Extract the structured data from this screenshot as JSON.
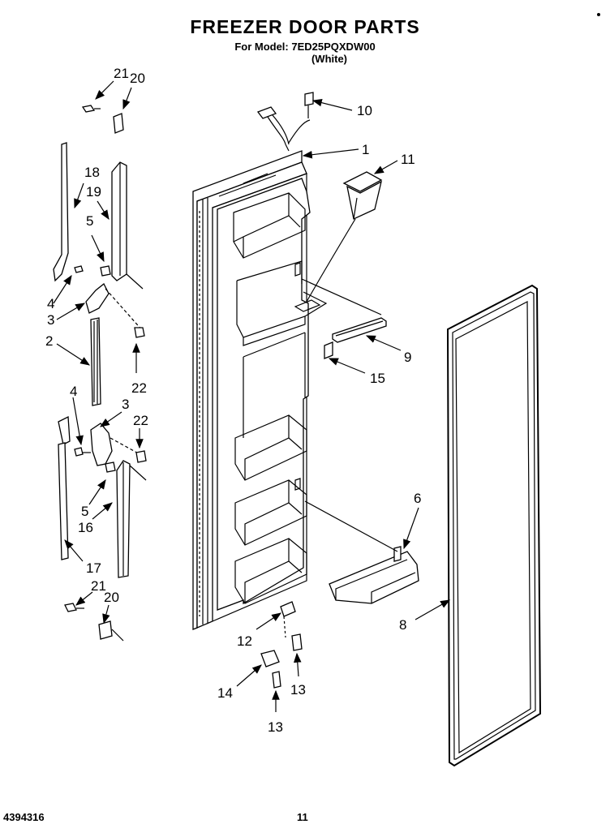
{
  "header": {
    "title": "FREEZER DOOR PARTS",
    "model_line": "For Model: 7ED25PQXDW00",
    "color_line": "(White)"
  },
  "footer": {
    "doc_number": "4394316",
    "page_number": "11"
  },
  "callouts": {
    "c1": "1",
    "c2": "2",
    "c3a": "3",
    "c3b": "3",
    "c4a": "4",
    "c4b": "4",
    "c5a": "5",
    "c5b": "5",
    "c6": "6",
    "c8": "8",
    "c9": "9",
    "c10": "10",
    "c11": "11",
    "c12": "12",
    "c13a": "13",
    "c13b": "13",
    "c14": "14",
    "c15": "15",
    "c16": "16",
    "c17": "17",
    "c18": "18",
    "c19": "19",
    "c20a": "20",
    "c20b": "20",
    "c21a": "21",
    "c21b": "21",
    "c22a": "22",
    "c22b": "22"
  }
}
